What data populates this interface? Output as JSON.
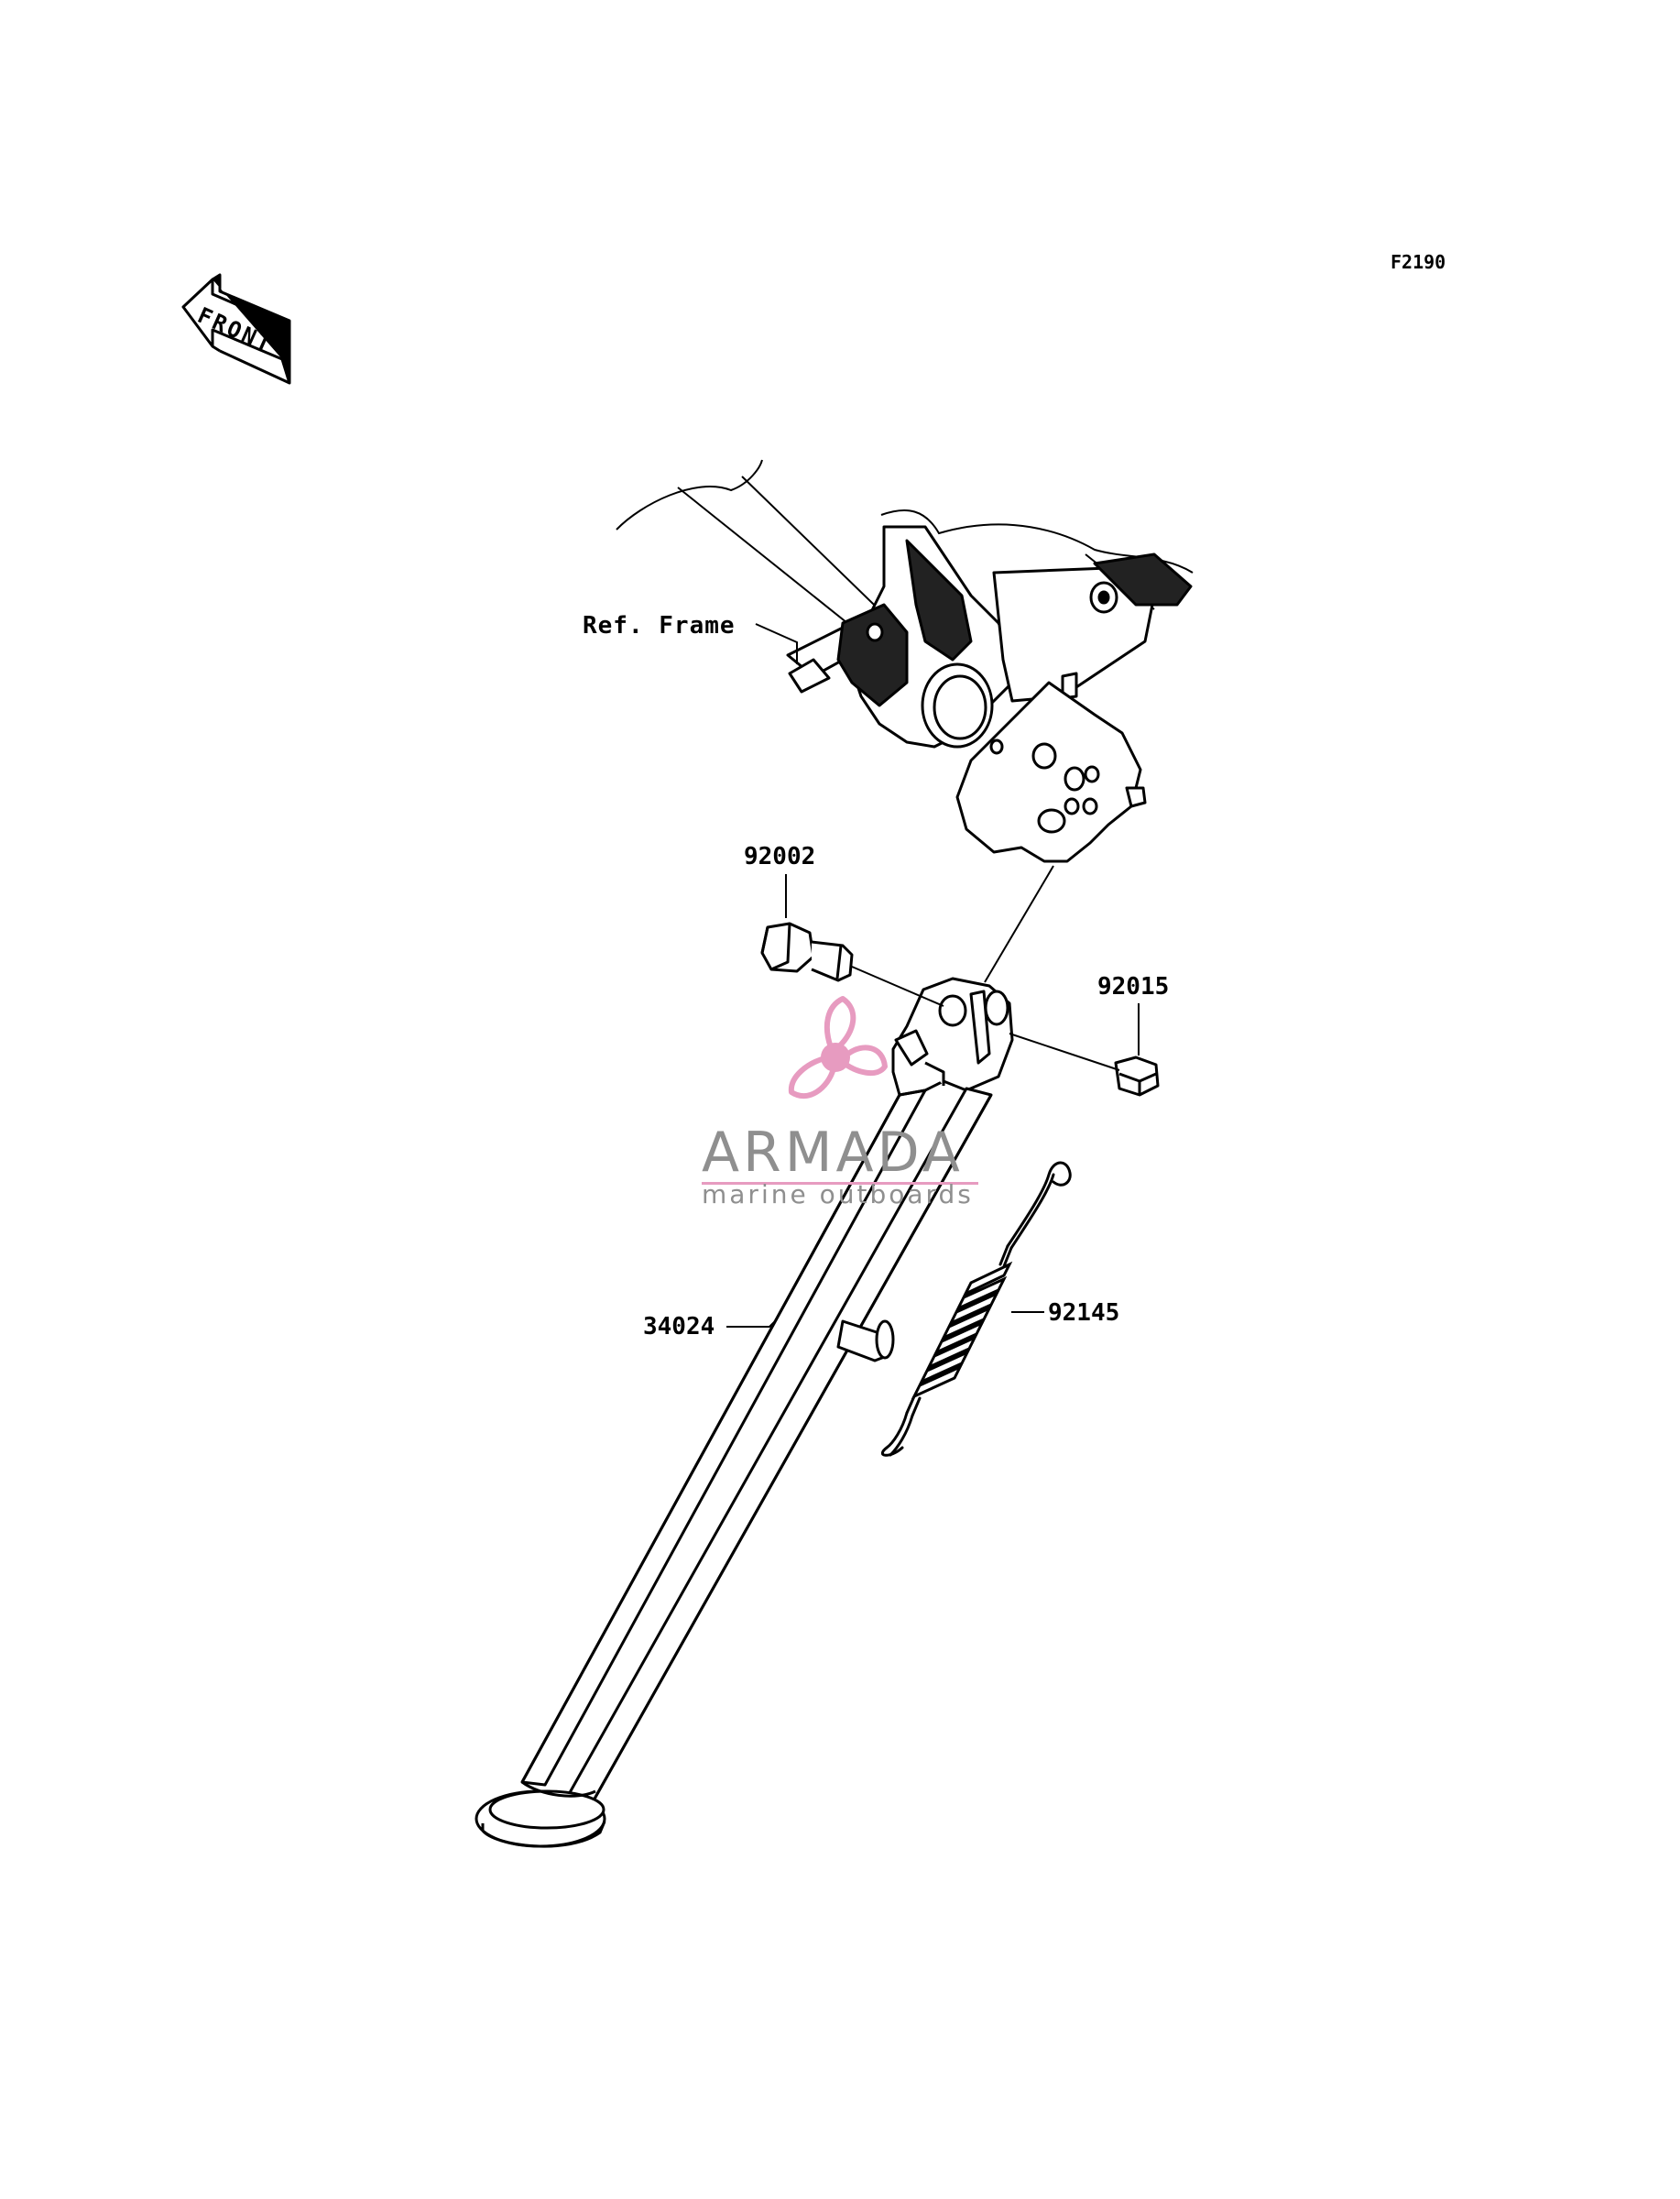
{
  "figure_id": "F2190",
  "front_marker": {
    "label": "FRONT"
  },
  "reference": {
    "label": "Ref. Frame"
  },
  "callouts": [
    {
      "part_number": "92002"
    },
    {
      "part_number": "92015"
    },
    {
      "part_number": "34024"
    },
    {
      "part_number": "92145"
    }
  ],
  "watermark": {
    "name": "ARMADA",
    "tagline": "marine outboards",
    "colors": {
      "logo": "#e79bc0",
      "text": "#8f8f8f"
    }
  },
  "colors": {
    "line": "#000000",
    "background": "#ffffff"
  }
}
